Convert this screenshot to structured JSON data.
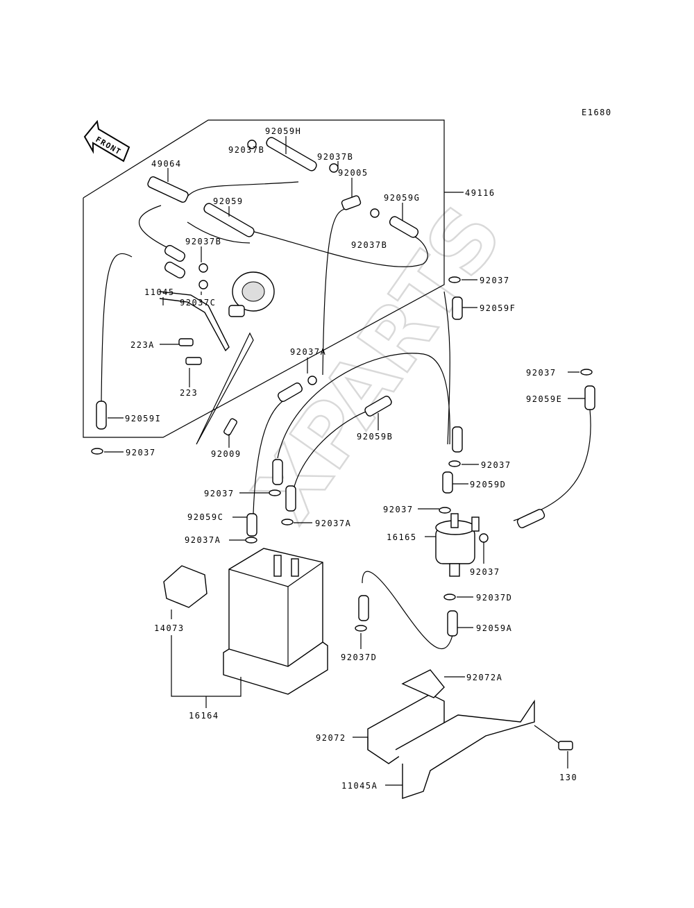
{
  "diagram_code": "E1680",
  "front_arrow": "FRONT",
  "watermark": "XPARTS",
  "labels": {
    "p92059H": "92059H",
    "p92037B_a": "92037B",
    "p92037B_b": "92037B",
    "p92005": "92005",
    "p49064": "49064",
    "p49116": "49116",
    "p92059": "92059",
    "p92059G": "92059G",
    "p92037B_c": "92037B",
    "p92037B_d": "92037B",
    "p11045": "11045",
    "p92037C": "92037C",
    "p92037_top": "92037",
    "p92059F": "92059F",
    "p223A": "223A",
    "p223": "223",
    "p92037A_top": "92037A",
    "p92037_right": "92037",
    "p92059E": "92059E",
    "p92059I": "92059I",
    "p92059B": "92059B",
    "p92037_left": "92037",
    "p92009": "92009",
    "p92037_mid": "92037",
    "p92059D": "92059D",
    "p92037_c1": "92037",
    "p92059C": "92059C",
    "p92037A_mid": "92037A",
    "p92037_c2": "92037",
    "p16165": "16165",
    "p92037A_low": "92037A",
    "p92037_filter": "92037",
    "p14073": "14073",
    "p92037D_r": "92037D",
    "p92059A": "92059A",
    "p92037D_l": "92037D",
    "p92072A": "92072A",
    "p16164": "16164",
    "p92072": "92072",
    "p130": "130",
    "p11045A": "11045A"
  }
}
